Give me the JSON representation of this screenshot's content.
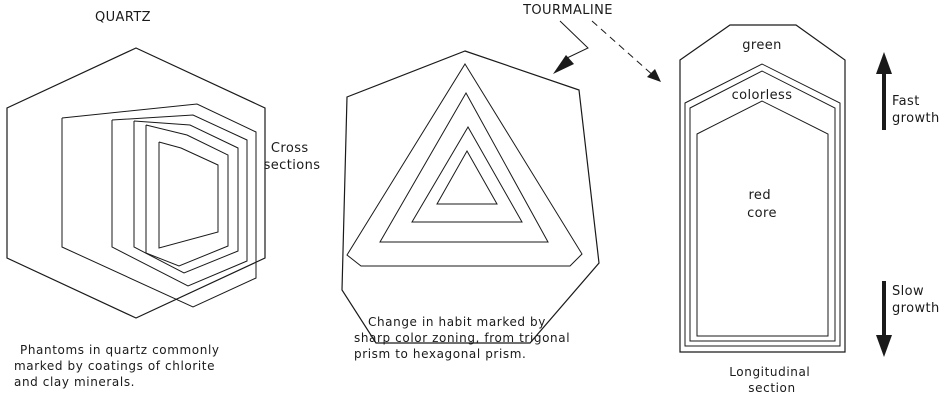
{
  "quartz": {
    "title": "QUARTZ",
    "caption": [
      "Phantoms in quartz commonly",
      "marked by coatings of chlorite",
      "and clay minerals."
    ]
  },
  "cross_sections_label": [
    "Cross",
    "sections"
  ],
  "tourmaline": {
    "title": "TOURMALINE",
    "caption": [
      "Change in habit marked by",
      "sharp color zoning, from trigonal",
      "prism to hexagonal prism."
    ]
  },
  "longitudinal": {
    "zones": {
      "outer": "green",
      "middle": "colorless",
      "core": [
        "red",
        "core"
      ]
    },
    "caption": [
      "Longitudinal",
      "section"
    ]
  },
  "growth": {
    "fast": [
      "Fast",
      "growth"
    ],
    "slow": [
      "Slow",
      "growth"
    ]
  }
}
